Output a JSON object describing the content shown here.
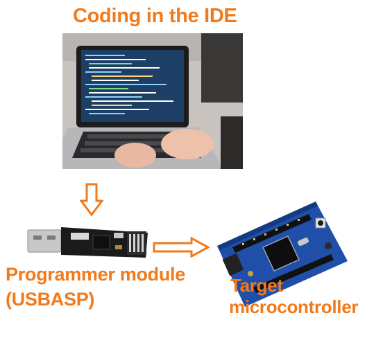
{
  "diagram": {
    "title": "Coding in the IDE",
    "programmer_label_line1": "Programmer module",
    "programmer_label_line2": "(USBASP)",
    "target_label_line1": "Target",
    "target_label_line2": "microcontroller"
  },
  "colors": {
    "label": "#f07a1c",
    "arrow": "#f07a1c",
    "board": "#1f4fa8",
    "usb_pcb": "#1a1a1a",
    "screen": "#1d3f66"
  },
  "icons": [
    "laptop-photo",
    "usb-programmer-photo",
    "microcontroller-board-photo",
    "arrow-down-icon",
    "arrow-right-icon"
  ]
}
